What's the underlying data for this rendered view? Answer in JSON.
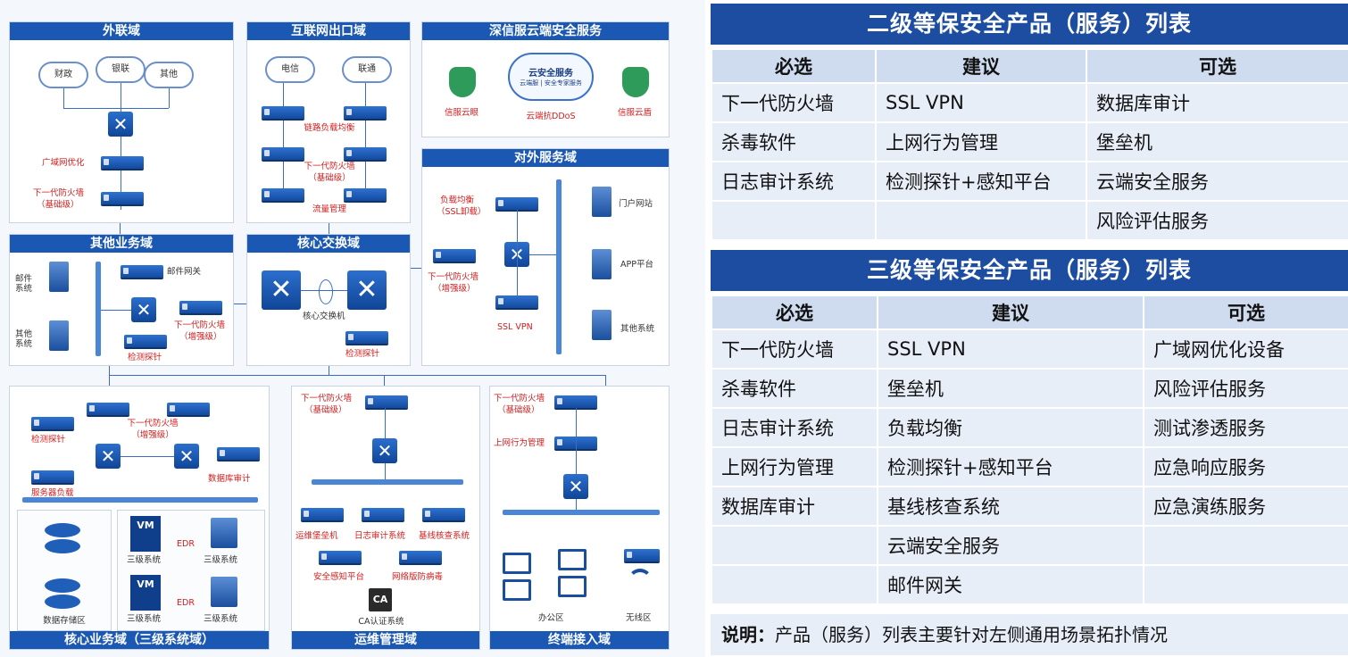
{
  "diagram": {
    "zones": {
      "external": {
        "title": "外联域",
        "clouds": [
          "财政",
          "银联",
          "其他"
        ],
        "wan_label": "广域网优化",
        "fw_label": "下一代防火墙",
        "fw_sub": "（基础级）"
      },
      "internet": {
        "title": "互联网出口域",
        "clouds": [
          "电信",
          "联通"
        ],
        "lb_label": "链路负载均衡",
        "fw_label": "下一代防火墙",
        "fw_sub": "（基础级）",
        "flow_label": "流量管理"
      },
      "cloud_service": {
        "title": "深信服云端安全服务",
        "cloud_label": "云安全服务",
        "cloud_sub": "云端服 | 安全专家服务",
        "left_label": "信服云眼",
        "center_label": "云端抗DDoS",
        "right_label": "信服云盾"
      },
      "external_service": {
        "title": "对外服务域",
        "lb_label": "负载均衡",
        "lb_sub": "（SSL卸载）",
        "fw_label": "下一代防火墙",
        "fw_sub": "（增强级）",
        "vpn_label": "SSL VPN",
        "servers": [
          "门户网站",
          "APP平台",
          "其他系统"
        ]
      },
      "other_business": {
        "title": "其他业务域",
        "mail_label": "邮件系统",
        "other_label": "其他系统",
        "gateway_label": "邮件网关",
        "fw_label": "下一代防火墙",
        "fw_sub": "（增强级）",
        "probe_label": "检测探针"
      },
      "core_switch": {
        "title": "核心交换域",
        "switch_label": "核心交换机",
        "probe_label": "检测探针"
      },
      "core_business": {
        "title": "核心业务域（三级系统域）",
        "probe_label": "检测探针",
        "fw_label": "下一代防火墙",
        "fw_sub": "（增强级）",
        "lb_label": "服务器负载",
        "audit_label": "数据库审计",
        "storage_label": "数据存储区",
        "vm_label": "VM",
        "edr_label": "EDR",
        "sys_label": "三级系统"
      },
      "ops": {
        "title": "运维管理域",
        "fw_label": "下一代防火墙",
        "fw_sub": "（基础级）",
        "devices": [
          "运维堡垒机",
          "日志审计系统",
          "基线核查系统",
          "安全感知平台",
          "网络版防病毒"
        ],
        "ca_text": "CA",
        "ca_label": "CA认证系统"
      },
      "terminal": {
        "title": "终端接入域",
        "fw_label": "下一代防火墙",
        "fw_sub": "（基础级）",
        "behavior_label": "上网行为管理",
        "office_label": "办公区",
        "wireless_label": "无线区"
      }
    }
  },
  "tables": {
    "level2": {
      "title": "二级等保安全产品（服务）列表",
      "headers": [
        "必选",
        "建议",
        "可选"
      ],
      "rows": [
        [
          "下一代防火墙",
          "SSL VPN",
          "数据库审计"
        ],
        [
          "杀毒软件",
          "上网行为管理",
          "堡垒机"
        ],
        [
          "日志审计系统",
          "检测探针+感知平台",
          "云端安全服务"
        ],
        [
          "",
          "",
          "风险评估服务"
        ]
      ]
    },
    "level3": {
      "title": "三级等保安全产品（服务）列表",
      "headers": [
        "必选",
        "建议",
        "可选"
      ],
      "rows": [
        [
          "下一代防火墙",
          "SSL VPN",
          "广域网优化设备"
        ],
        [
          "杀毒软件",
          "堡垒机",
          "风险评估服务"
        ],
        [
          "日志审计系统",
          "负载均衡",
          "测试渗透服务"
        ],
        [
          "上网行为管理",
          "检测探针+感知平台",
          "应急响应服务"
        ],
        [
          "数据库审计",
          "基线核查系统",
          "应急演练服务"
        ],
        [
          "",
          "云端安全服务",
          ""
        ],
        [
          "",
          "邮件网关",
          ""
        ]
      ]
    },
    "note": {
      "prefix": "说明：",
      "text": "产品（服务）列表主要针对左侧通用场景拓扑情况"
    }
  },
  "colors": {
    "header_blue": "#1c4da1",
    "table_header": "#cfdbef",
    "table_cell": "#e8eef8",
    "label_red": "#d21e1e"
  }
}
